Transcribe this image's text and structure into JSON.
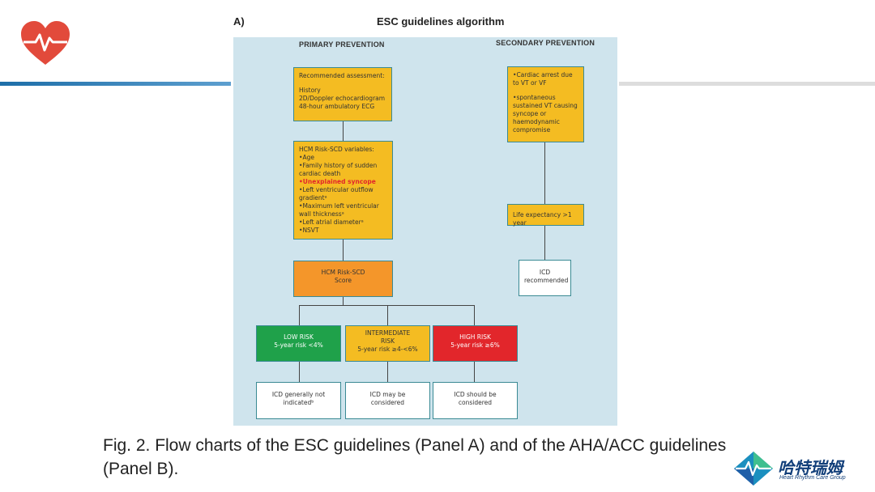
{
  "header": {
    "panel_label": "A)",
    "title": "ESC guidelines algorithm"
  },
  "columns": {
    "primary": "PRIMARY PREVENTION",
    "secondary": "SECONDARY PREVENTION"
  },
  "boxes": {
    "assessment": {
      "heading": "Recommended assessment:",
      "items": [
        "History",
        "2D/Doppler echocardiogram",
        "48-hour ambulatory ECG"
      ]
    },
    "variables": {
      "heading": "HCM Risk-SCD variables:",
      "items": [
        "Age",
        "Family history of sudden cardiac death",
        "Unexplained syncope",
        "Left ventricular outflow gradientᵃ",
        "Maximum left ventricular wall thicknessᵃ",
        "Left atrial diameterᵃ",
        "NSVT"
      ]
    },
    "score": {
      "line1": "HCM Risk-SCD",
      "line2": "Score"
    },
    "low": {
      "line1": "LOW RISK",
      "line2": "5-year risk <4%"
    },
    "intermediate": {
      "line1": "INTERMEDIATE",
      "line2": "RISK",
      "line3": "5-year risk ≥4-<6%"
    },
    "high": {
      "line1": "HIGH RISK",
      "line2": "5-year risk ≥6%"
    },
    "out_low": {
      "line1": "ICD generally not",
      "line2": "indicatedᵇ"
    },
    "out_mid": {
      "line1": "ICD may be",
      "line2": "considered"
    },
    "out_high": {
      "line1": "ICD should be",
      "line2": "considered"
    },
    "secondary_criteria": {
      "items": [
        "Cardiac arrest due to VT or VF",
        "spontaneous sustained VT causing syncope or haemodynamic compromise"
      ]
    },
    "life_expectancy": "Life expectancy >1 year",
    "icd_recommended": {
      "line1": "ICD",
      "line2": "recommended"
    }
  },
  "caption": "Fig. 2. Flow charts of the ESC guidelines (Panel A) and of the AHA/ACC guidelines (Panel B).",
  "brand": {
    "name": "哈特瑞姆",
    "subtitle": "Heart Rhythm Care Group"
  },
  "colors": {
    "yellow": "#f4bc22",
    "orange": "#f4962a",
    "green": "#1fa14a",
    "red": "#e2262b",
    "panel": "#cfe4ed",
    "brand_blue": "#123f7a"
  }
}
